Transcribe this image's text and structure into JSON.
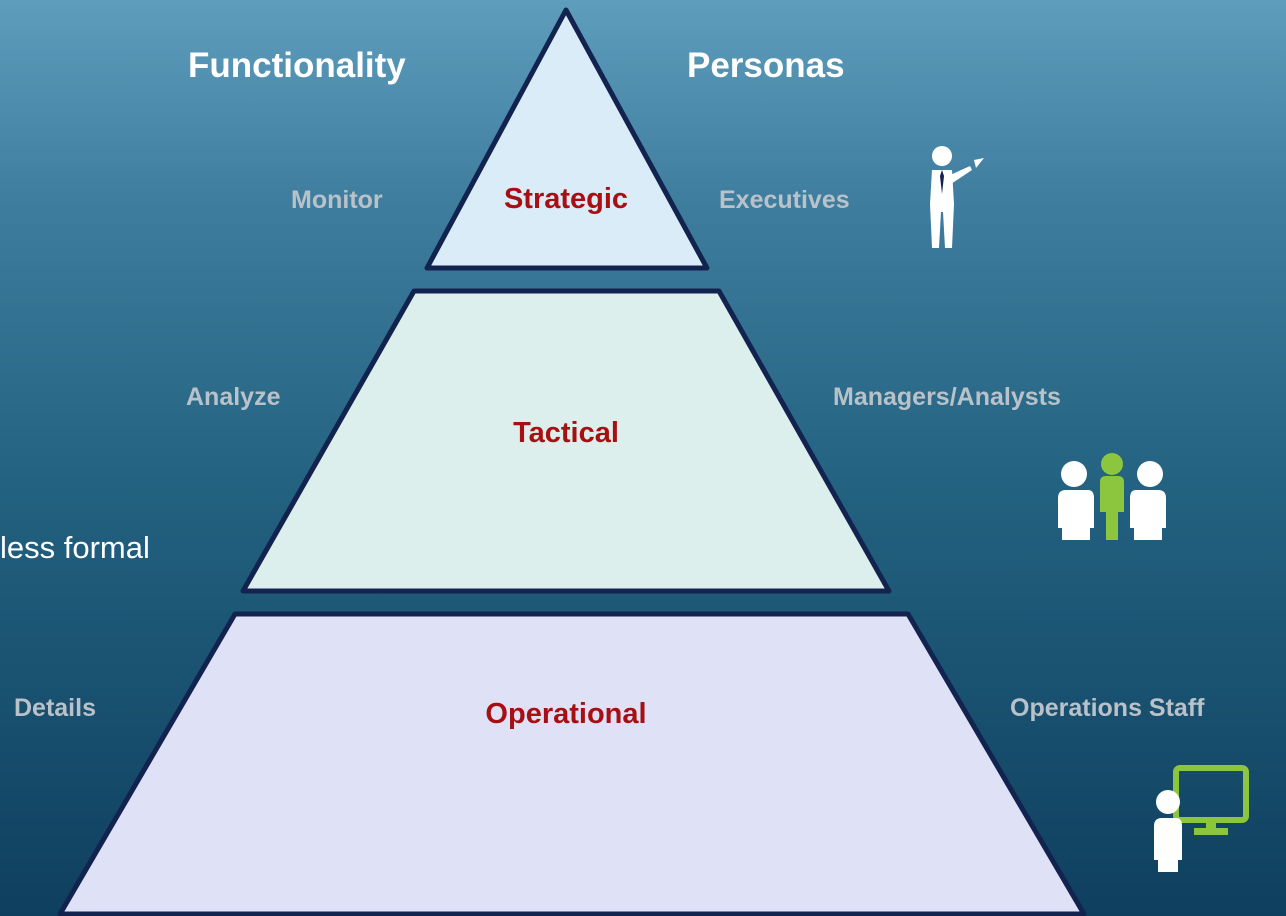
{
  "headers": {
    "left": "Functionality",
    "right": "Personas"
  },
  "tiers": [
    {
      "name": "Strategic",
      "functionality": "Monitor",
      "persona": "Executives",
      "persona_icon": "presenter-icon"
    },
    {
      "name": "Tactical",
      "functionality": "Analyze",
      "persona": "Managers/Analysts",
      "persona_icon": "team-icon"
    },
    {
      "name": "Operational",
      "functionality": "Details",
      "persona": "Operations Staff",
      "persona_icon": "workstation-icon"
    }
  ],
  "partial_text": "less formal",
  "colors": {
    "tier_label": "#a80f12",
    "side_label": "#b9c2c8",
    "accent_green": "#8cc63f",
    "strategic_fill": "#d9ecf7",
    "tactical_fill": "#dcefec",
    "operational_fill": "#dfe1f6",
    "outline": "#12234f"
  }
}
